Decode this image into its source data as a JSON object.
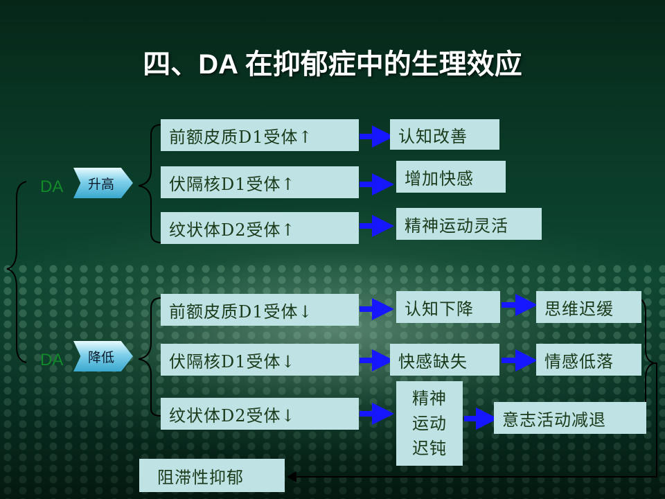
{
  "title": "四、DA 在抑郁症中的生理效应",
  "rise": {
    "da_label": "DA",
    "badge": "升高",
    "items": [
      {
        "receptor": "前额皮质D1受体↑",
        "effect": "认知改善"
      },
      {
        "receptor": "伏隔核D1受体↑",
        "effect": "增加快感"
      },
      {
        "receptor": "纹状体D2受体↑",
        "effect": "精神运动灵活"
      }
    ]
  },
  "fall": {
    "da_label": "DA",
    "badge": "降低",
    "items": [
      {
        "receptor": "前额皮质D1受体↓",
        "effect": "认知下降",
        "result": "思维迟缓"
      },
      {
        "receptor": "伏隔核D1受体↓",
        "effect": "快感缺失",
        "result": "情感低落"
      },
      {
        "receptor": "纹状体D2受体↓",
        "effect_lines": [
          "精神",
          "运动",
          "迟钝"
        ],
        "result": "意志活动减退"
      }
    ]
  },
  "conclusion": "阻滞性抑郁",
  "colors": {
    "box_fill": "#bfe2e5",
    "arrow": "#1616ff",
    "bracket": "#000000",
    "da_text": "#138a2a"
  }
}
